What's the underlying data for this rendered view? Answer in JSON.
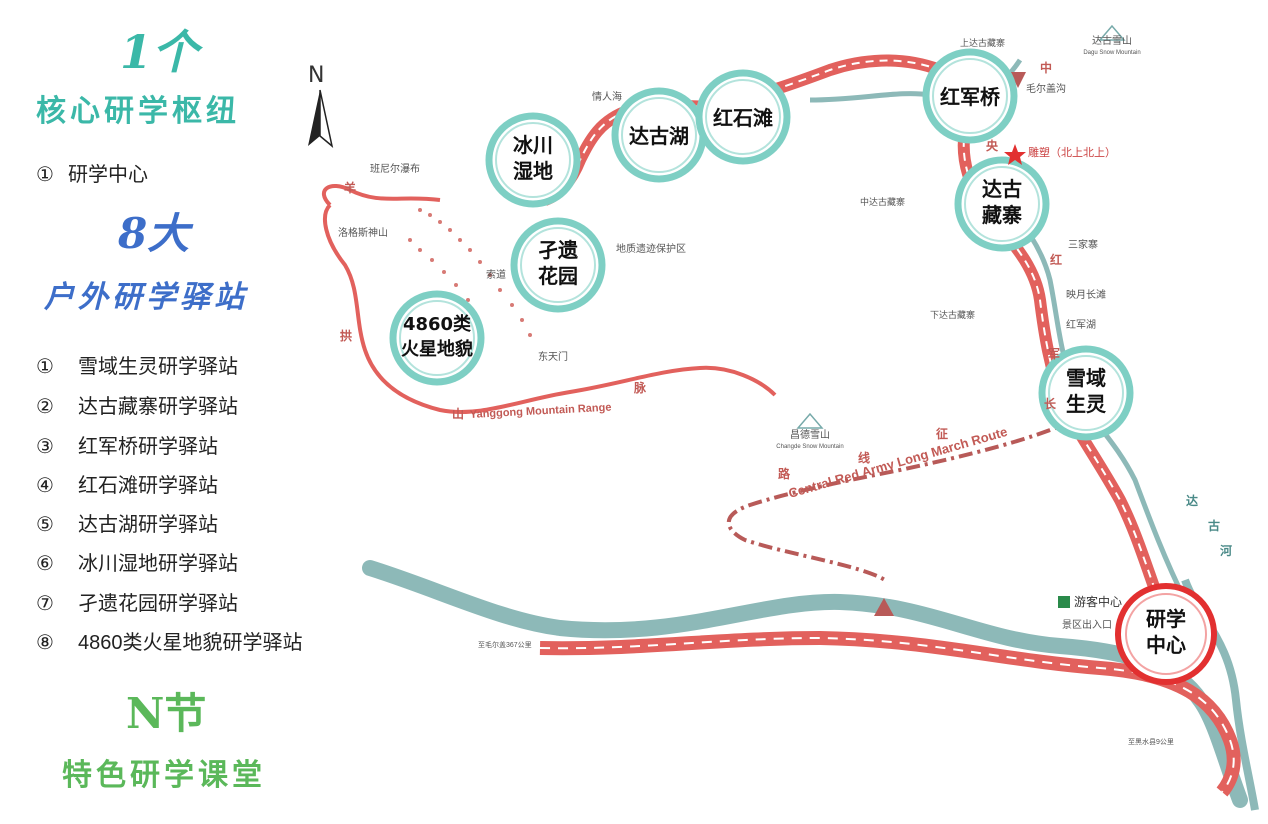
{
  "sidebar": {
    "hub_count": "1个",
    "hub_title": "核心研学枢纽",
    "hub_items": [
      {
        "num": "①",
        "label": "研学中心"
      }
    ],
    "station_count": "8大",
    "station_title": "户外研学驿站",
    "station_items": [
      {
        "num": "①",
        "label": "雪域生灵研学驿站"
      },
      {
        "num": "②",
        "label": "达古藏寨研学驿站"
      },
      {
        "num": "③",
        "label": "红军桥研学驿站"
      },
      {
        "num": "④",
        "label": "红石滩研学驿站"
      },
      {
        "num": "⑤",
        "label": "达古湖研学驿站"
      },
      {
        "num": "⑥",
        "label": "冰川湿地研学驿站"
      },
      {
        "num": "⑦",
        "label": "孑遗花园研学驿站"
      },
      {
        "num": "⑧",
        "label": "4860类火星地貌研学驿站"
      }
    ],
    "class_count": "N节",
    "class_title": "特色研学课堂"
  },
  "map": {
    "north": "N",
    "stations": {
      "bingchuan": [
        "冰川",
        "湿地"
      ],
      "dagu_lake": [
        "达古湖"
      ],
      "hongshitan": [
        "红石滩"
      ],
      "hongjunqiao": [
        "红军桥"
      ],
      "dagu_village": [
        "达古",
        "藏寨"
      ],
      "jieyi": [
        "孑遗",
        "花园"
      ],
      "mars": [
        "4860类",
        "火星地貌"
      ],
      "xueyu": [
        "雪域",
        "生灵"
      ],
      "center": [
        "研学",
        "中心"
      ]
    },
    "places": {
      "dagu_snow": "达古雪山",
      "dagu_snow_en": "Dagu Snow Mountain",
      "changde_snow": "昌德雪山",
      "changde_snow_en": "Changde Snow Mountain",
      "statue": "雕塑（北上北上）",
      "sanjiazhai": "三家寨",
      "bingyue": "映月长滩",
      "hongjunhu": "红军湖",
      "xia_dagu": "下达古藏寨",
      "zhongda": "中达古藏寨",
      "shang_dagu": "上达古藏寨",
      "mao_road": "毛尔盖沟",
      "youke": "游客中心",
      "jingqu": "景区出入口",
      "banni": "班尼尔瀑布",
      "luoge": "洛格斯神山",
      "qingren": "情人海",
      "dongtianmen": "东天门",
      "suodao": "索道",
      "dizhi": "地质遗迹保护区",
      "to_mao": "至毛尔盖367公里",
      "to_heishui": "至黑水县9公里"
    },
    "route_letters": {
      "chang": "长",
      "zheng": "征",
      "xian": "线",
      "lu": "路",
      "zhong": "中",
      "yang": "央",
      "hong": "红",
      "jun": "军",
      "da": "达",
      "gu": "古",
      "he": "河",
      "yang2": "羊",
      "gong": "拱",
      "shan": "山",
      "mai": "脉"
    },
    "route_en": "Central Red Army Long March Route",
    "mountain_en": "Yanggong Mountain Range"
  },
  "colors": {
    "hub_title": "#3bb8a8",
    "station_title": "#3d6ec9",
    "class_title": "#5bb85a",
    "road": "#e2615d",
    "river": "#7eaeae",
    "ring": "#7ecfc4",
    "center_ring": "#e23030"
  }
}
